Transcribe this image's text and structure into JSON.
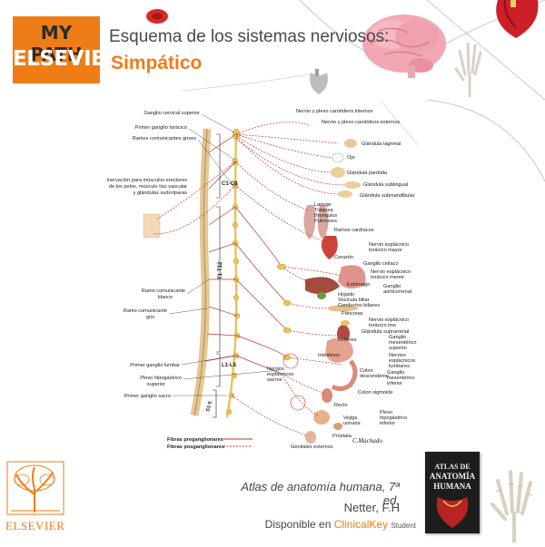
{
  "brand": {
    "line1": "MY PATH",
    "line2": "ELSEVIER"
  },
  "header": {
    "title": "Esquema de los sistemas nerviosos:",
    "subtitle": "Simpático"
  },
  "diagram": {
    "labels_left": [
      "Ganglio cervical superior",
      "Primer ganglio torácico",
      "Ramos comunicantes grises",
      "Inervación para músculos erectores",
      "de los pelos, músculo liso vascular",
      "y glándulas sudoríparas",
      "Ramo comunicante",
      "blanco",
      "Ramo comunicante",
      "gris",
      "Primer ganglio lumbar",
      "Plexo hipogástrico",
      "superior",
      "Primer ganglio sacro"
    ],
    "segment_labels": [
      "C1-C8",
      "T1-T12",
      "L1-L5",
      "S1-5"
    ],
    "labels_right": [
      "Nervio y plexo carotídeos internos",
      "Nervio y plexo carotídeos externos",
      "Glándula lagrimal",
      "Ojo",
      "Glándula parótida",
      "Glándula sublingual",
      "Glándula submandibular",
      "Laringe",
      "Tráquea",
      "Bronquios",
      "Pulmones",
      "Ramos cardíacos",
      "Nervio esplácnico",
      "torácico mayor",
      "Corazón",
      "Ganglio celíaco",
      "Nervio esplácnico",
      "torácico menor",
      "Estómago",
      "Ganglio",
      "aorticorrenal",
      "Hígado",
      "Vesícula biliar",
      "Conductos biliares",
      "Páncreas",
      "Nervio esplácnico",
      "torácico imo",
      "Glándula suprarrenal",
      "Riñones",
      "Ganglio",
      "mesentérico",
      "superior",
      "Nervios",
      "esplácnicos",
      "lumbares",
      "Intestinos",
      "Colon",
      "descendente",
      "Ganglio",
      "mesentérico",
      "inferior",
      "Colon sigmoide",
      "Nervios",
      "esplácnicos",
      "sacros",
      "Recto",
      "Plexo",
      "hipogástrico",
      "inferior",
      "Vejiga",
      "urinaria",
      "Próstata",
      "Genitales externos"
    ],
    "legend": {
      "pre": "Fibras preganglionares",
      "post": "Fibras posganglionares"
    },
    "signature": "C.Machado"
  },
  "footer": {
    "book_title": "Atlas de anatomía humana, 7ª ed.",
    "author": "Netter, F.H",
    "available_prefix": "Disponible en",
    "clinicalkey": "ClinicalKey",
    "student": "Student",
    "publisher": "ELSEVIER",
    "cover_line1": "ATLAS DE",
    "cover_line2": "ANATOMÍA",
    "cover_line3": "HUMANA"
  },
  "colors": {
    "accent": "#ef7d17",
    "pre": "#c0392b",
    "post": "#c0392b",
    "ganglion": "#e8c25a"
  },
  "icons": [
    "red-blood-cell-icon",
    "brain-icon",
    "heart-icon",
    "skeleton-hand-icon",
    "elsevier-tree-logo"
  ]
}
